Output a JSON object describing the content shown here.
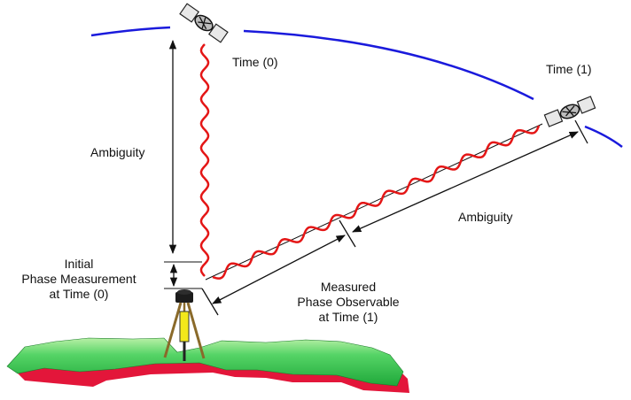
{
  "colors": {
    "orbit": "#1a1adc",
    "wave": "#e41616",
    "line": "#111111",
    "terrain_top": "#2ebd4a",
    "terrain_highlight": "#b9f0a6",
    "terrain_side": "#e3163a",
    "tripod": "#8a6a2a",
    "receiver": "#f3e81a"
  },
  "icons": {
    "satellite_time0": "satellite-icon",
    "satellite_time1": "satellite-icon",
    "receiver": "gps-tripod-icon"
  },
  "labels": {
    "time0": "Time (0)",
    "time1": "Time (1)",
    "ambiguity_vertical": "Ambiguity",
    "ambiguity_slant": "Ambiguity",
    "initial_phase": [
      "Initial",
      "Phase Measurement",
      "at Time (0)"
    ],
    "measured_phase": [
      "Measured",
      "Phase Observable",
      "at Time (1)"
    ]
  }
}
